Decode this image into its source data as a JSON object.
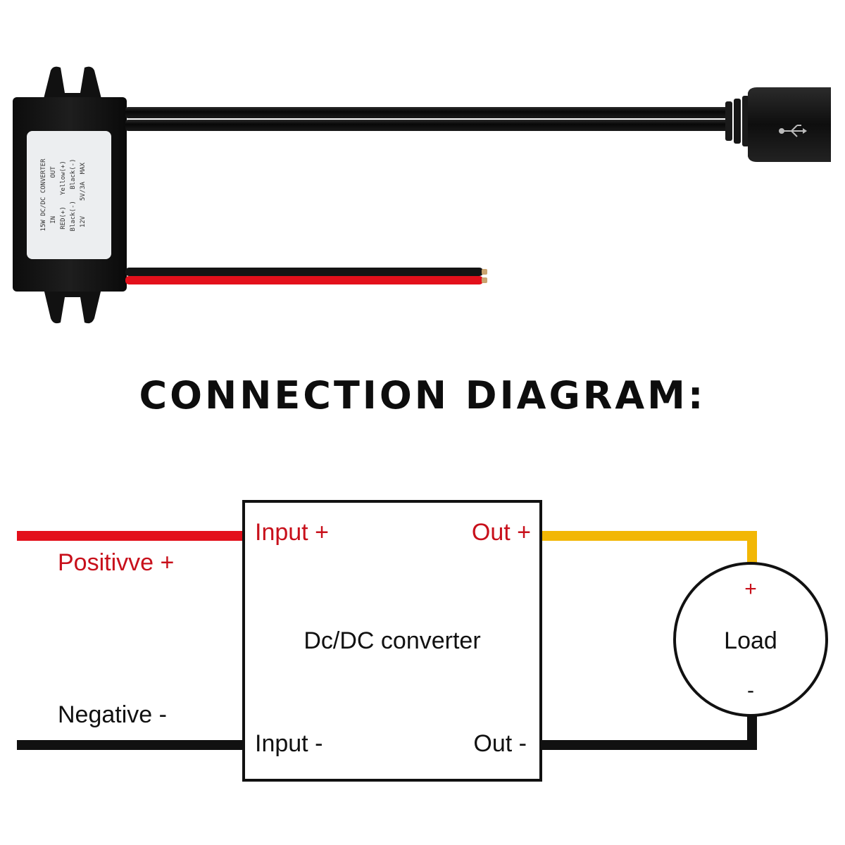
{
  "product": {
    "sticker_lines": [
      "15W DC/DC CONVERTER",
      "IN          OUT",
      "RED(+)   Yellow(+)",
      "Black(-)   Black(-)",
      "12V    5V/3A  MAX"
    ]
  },
  "diagram": {
    "title": "CONNECTION DIAGRAM:",
    "converter_label": "Dc/DC converter",
    "input_plus": "Input +",
    "input_minus": "Input -",
    "out_plus": "Out +",
    "out_minus": "Out -",
    "positive_label": "Positivve +",
    "negative_label": "Negative -",
    "load_label": "Load",
    "load_plus": "+",
    "load_minus": "-"
  },
  "colors": {
    "positive_wire": "#e3101b",
    "output_wire": "#f2b705",
    "negative_wire": "#111111",
    "label_red": "#c8101b",
    "body_black": "#141414",
    "sticker": "#eceef0"
  }
}
